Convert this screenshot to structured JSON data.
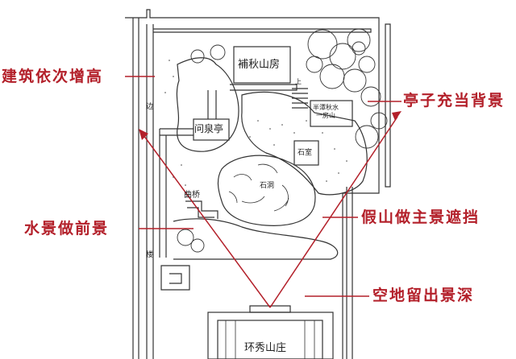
{
  "annotations": {
    "build_height": "建筑依次增高",
    "pavilion_bg": "亭子充当背景",
    "water_fg": "水景做前景",
    "rockery_main": "假山做主景遮挡",
    "open_depth": "空地留出景深"
  },
  "labels": {
    "bu_qiu": "補秋山房",
    "shan_quan": "问泉亭",
    "ban_tan": "半潭秋水\n一房山",
    "shi_shi": "石室",
    "shi_dong": "石洞",
    "qu_qiao": "曲桥",
    "shang": "上",
    "bian": "边",
    "lou": "楼",
    "zhuang": "环秀山庄"
  },
  "colors": {
    "annotation": "#b3202a",
    "arrow": "#b3202a",
    "sketch": "#333333"
  }
}
